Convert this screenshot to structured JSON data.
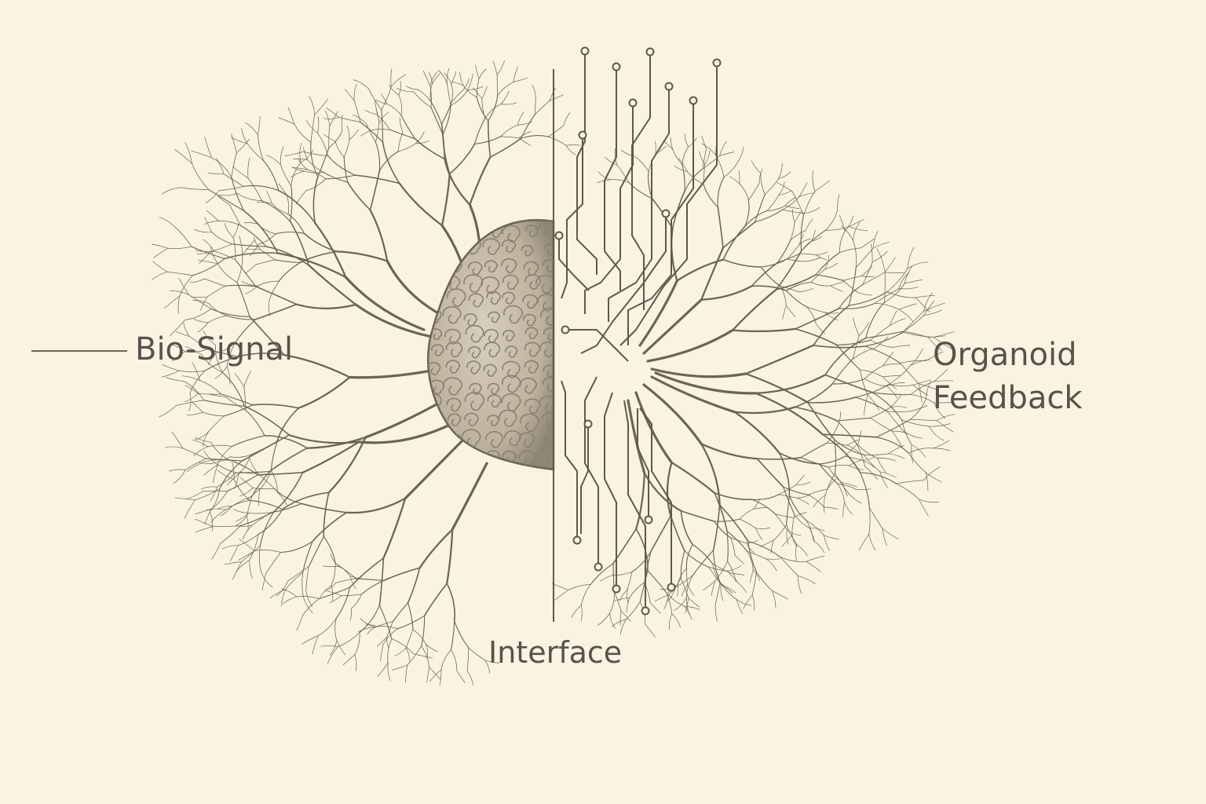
{
  "diagram": {
    "labels": {
      "bio_signal": "Bio-Signal",
      "interface": "Interface",
      "organoid_line1": "Organoid",
      "organoid_line2": "Feedback"
    },
    "colors": {
      "background": "#fbf2e2",
      "ink": "#6b6557",
      "organoid_fill": "#c9bfad",
      "organoid_shade": "#8e8676",
      "label": "#57534a"
    },
    "icons": [
      "neuron-dendrite-icon",
      "organoid-icon",
      "circuit-trace-icon"
    ]
  }
}
